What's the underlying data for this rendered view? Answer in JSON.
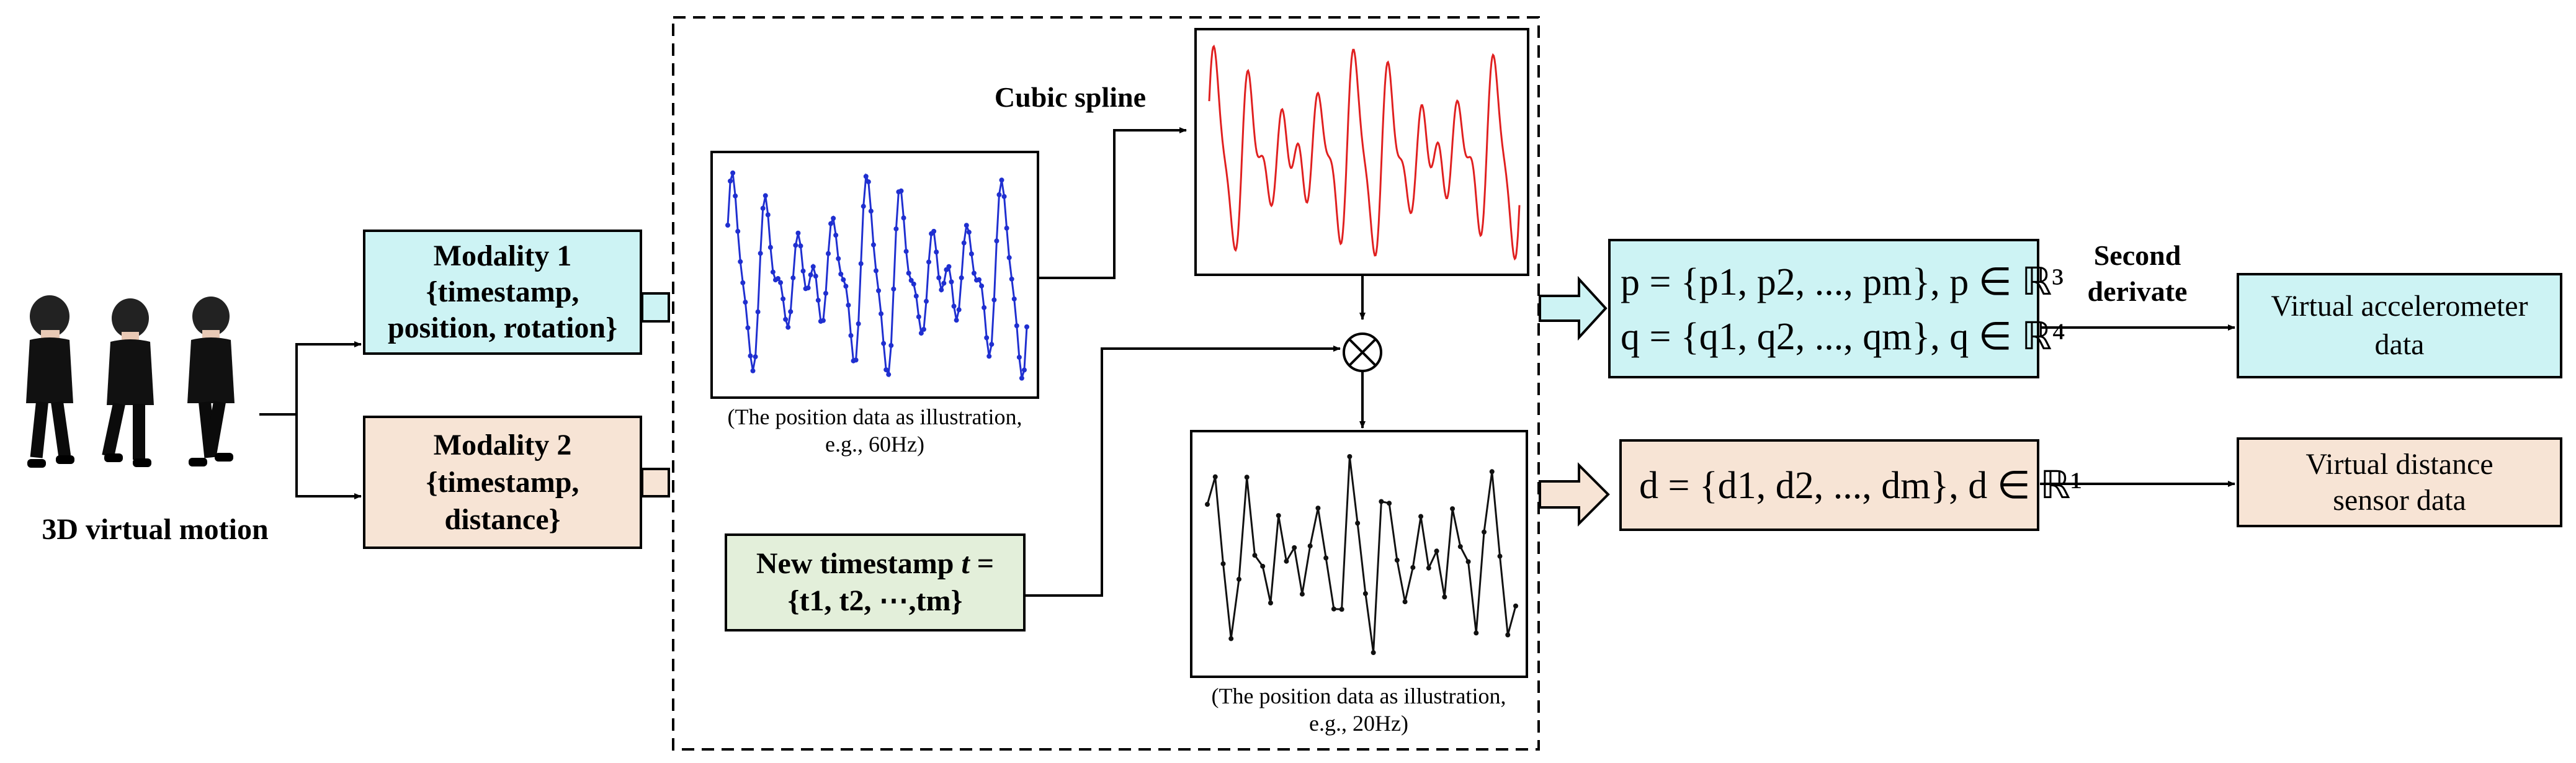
{
  "motion_label": "3D virtual motion",
  "modality1": {
    "title": "Modality 1",
    "line2": "{timestamp,",
    "line3": "position, rotation}"
  },
  "modality2": {
    "title": "Modality 2",
    "line2": "{timestamp,",
    "line3": "distance}"
  },
  "spline_label": "Cubic spline",
  "caption60": {
    "line1": "(The position data as illustration,",
    "line2": "e.g., 60Hz)"
  },
  "caption20": {
    "line1": "(The position data as illustration,",
    "line2": "e.g., 20Hz)"
  },
  "new_timestamp": {
    "line1_prefix": "New timestamp ",
    "line1_var": "t",
    "line1_suffix": " =",
    "line2": "{t1, t2, ⋯,tm}"
  },
  "formulas": {
    "p": "p = {p1, p2, ..., pm}, p ∈ ℝ³",
    "q": "q = {q1, q2, ..., qm}, q ∈ ℝ⁴",
    "d": "d = {d1, d2, ..., dm}, d ∈ ℝ¹"
  },
  "second_derivate": {
    "line1": "Second",
    "line2": "derivate"
  },
  "accel_output": {
    "line1": "Virtual accelerometer",
    "line2": "data"
  },
  "distance_output": {
    "line1": "Virtual distance",
    "line2": "sensor data"
  },
  "colors": {
    "cyan": "#cdf3f4",
    "peach": "#f7e4d5",
    "green": "#e3efda",
    "blue_trace": "#1f2fd0",
    "red_trace": "#e02020",
    "black_trace": "#111111"
  },
  "icons": [
    "figure-icon",
    "multiply-circle-icon",
    "wide-arrow-icon"
  ]
}
